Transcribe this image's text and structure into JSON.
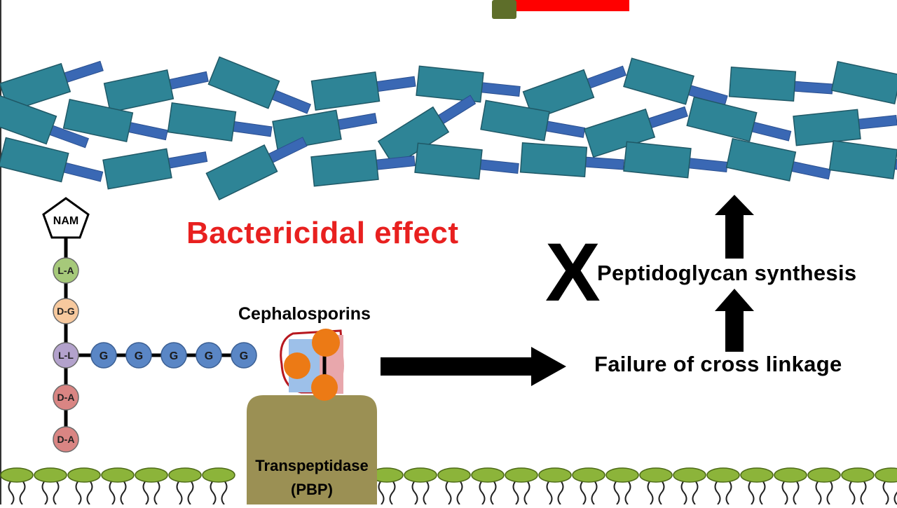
{
  "diagram": {
    "title": "Bactericidal effect",
    "drug_label": "Cephalosporins",
    "enzyme_label_line1": "Transpeptidase",
    "enzyme_label_line2": "(PBP)",
    "inhibition_mark": "X",
    "outcome_label": "Peptidoglycan synthesis",
    "cause_label": "Failure of cross linkage",
    "chain": {
      "sugar": "NAM",
      "residues": [
        "L-A",
        "D-G",
        "L-L",
        "D-A",
        "D-A"
      ],
      "residue_colors": [
        "#a6c97a",
        "#f7c99e",
        "#b3a2cc",
        "#d98583",
        "#d98583"
      ],
      "glycine_bridge": [
        "G",
        "G",
        "G",
        "G",
        "G"
      ],
      "glycine_color": "#5a86c5"
    },
    "colors": {
      "title": "#e8201f",
      "peptidoglycan_block": "#2e8496",
      "peptidoglycan_linker": "#3a68b4",
      "enzyme": "#9b9054",
      "drug_dots": "#ec7a15",
      "membrane_head": "#8cb43a",
      "top_red_bar": "#ff0000",
      "top_green_tab": "#5e6e2a"
    }
  }
}
